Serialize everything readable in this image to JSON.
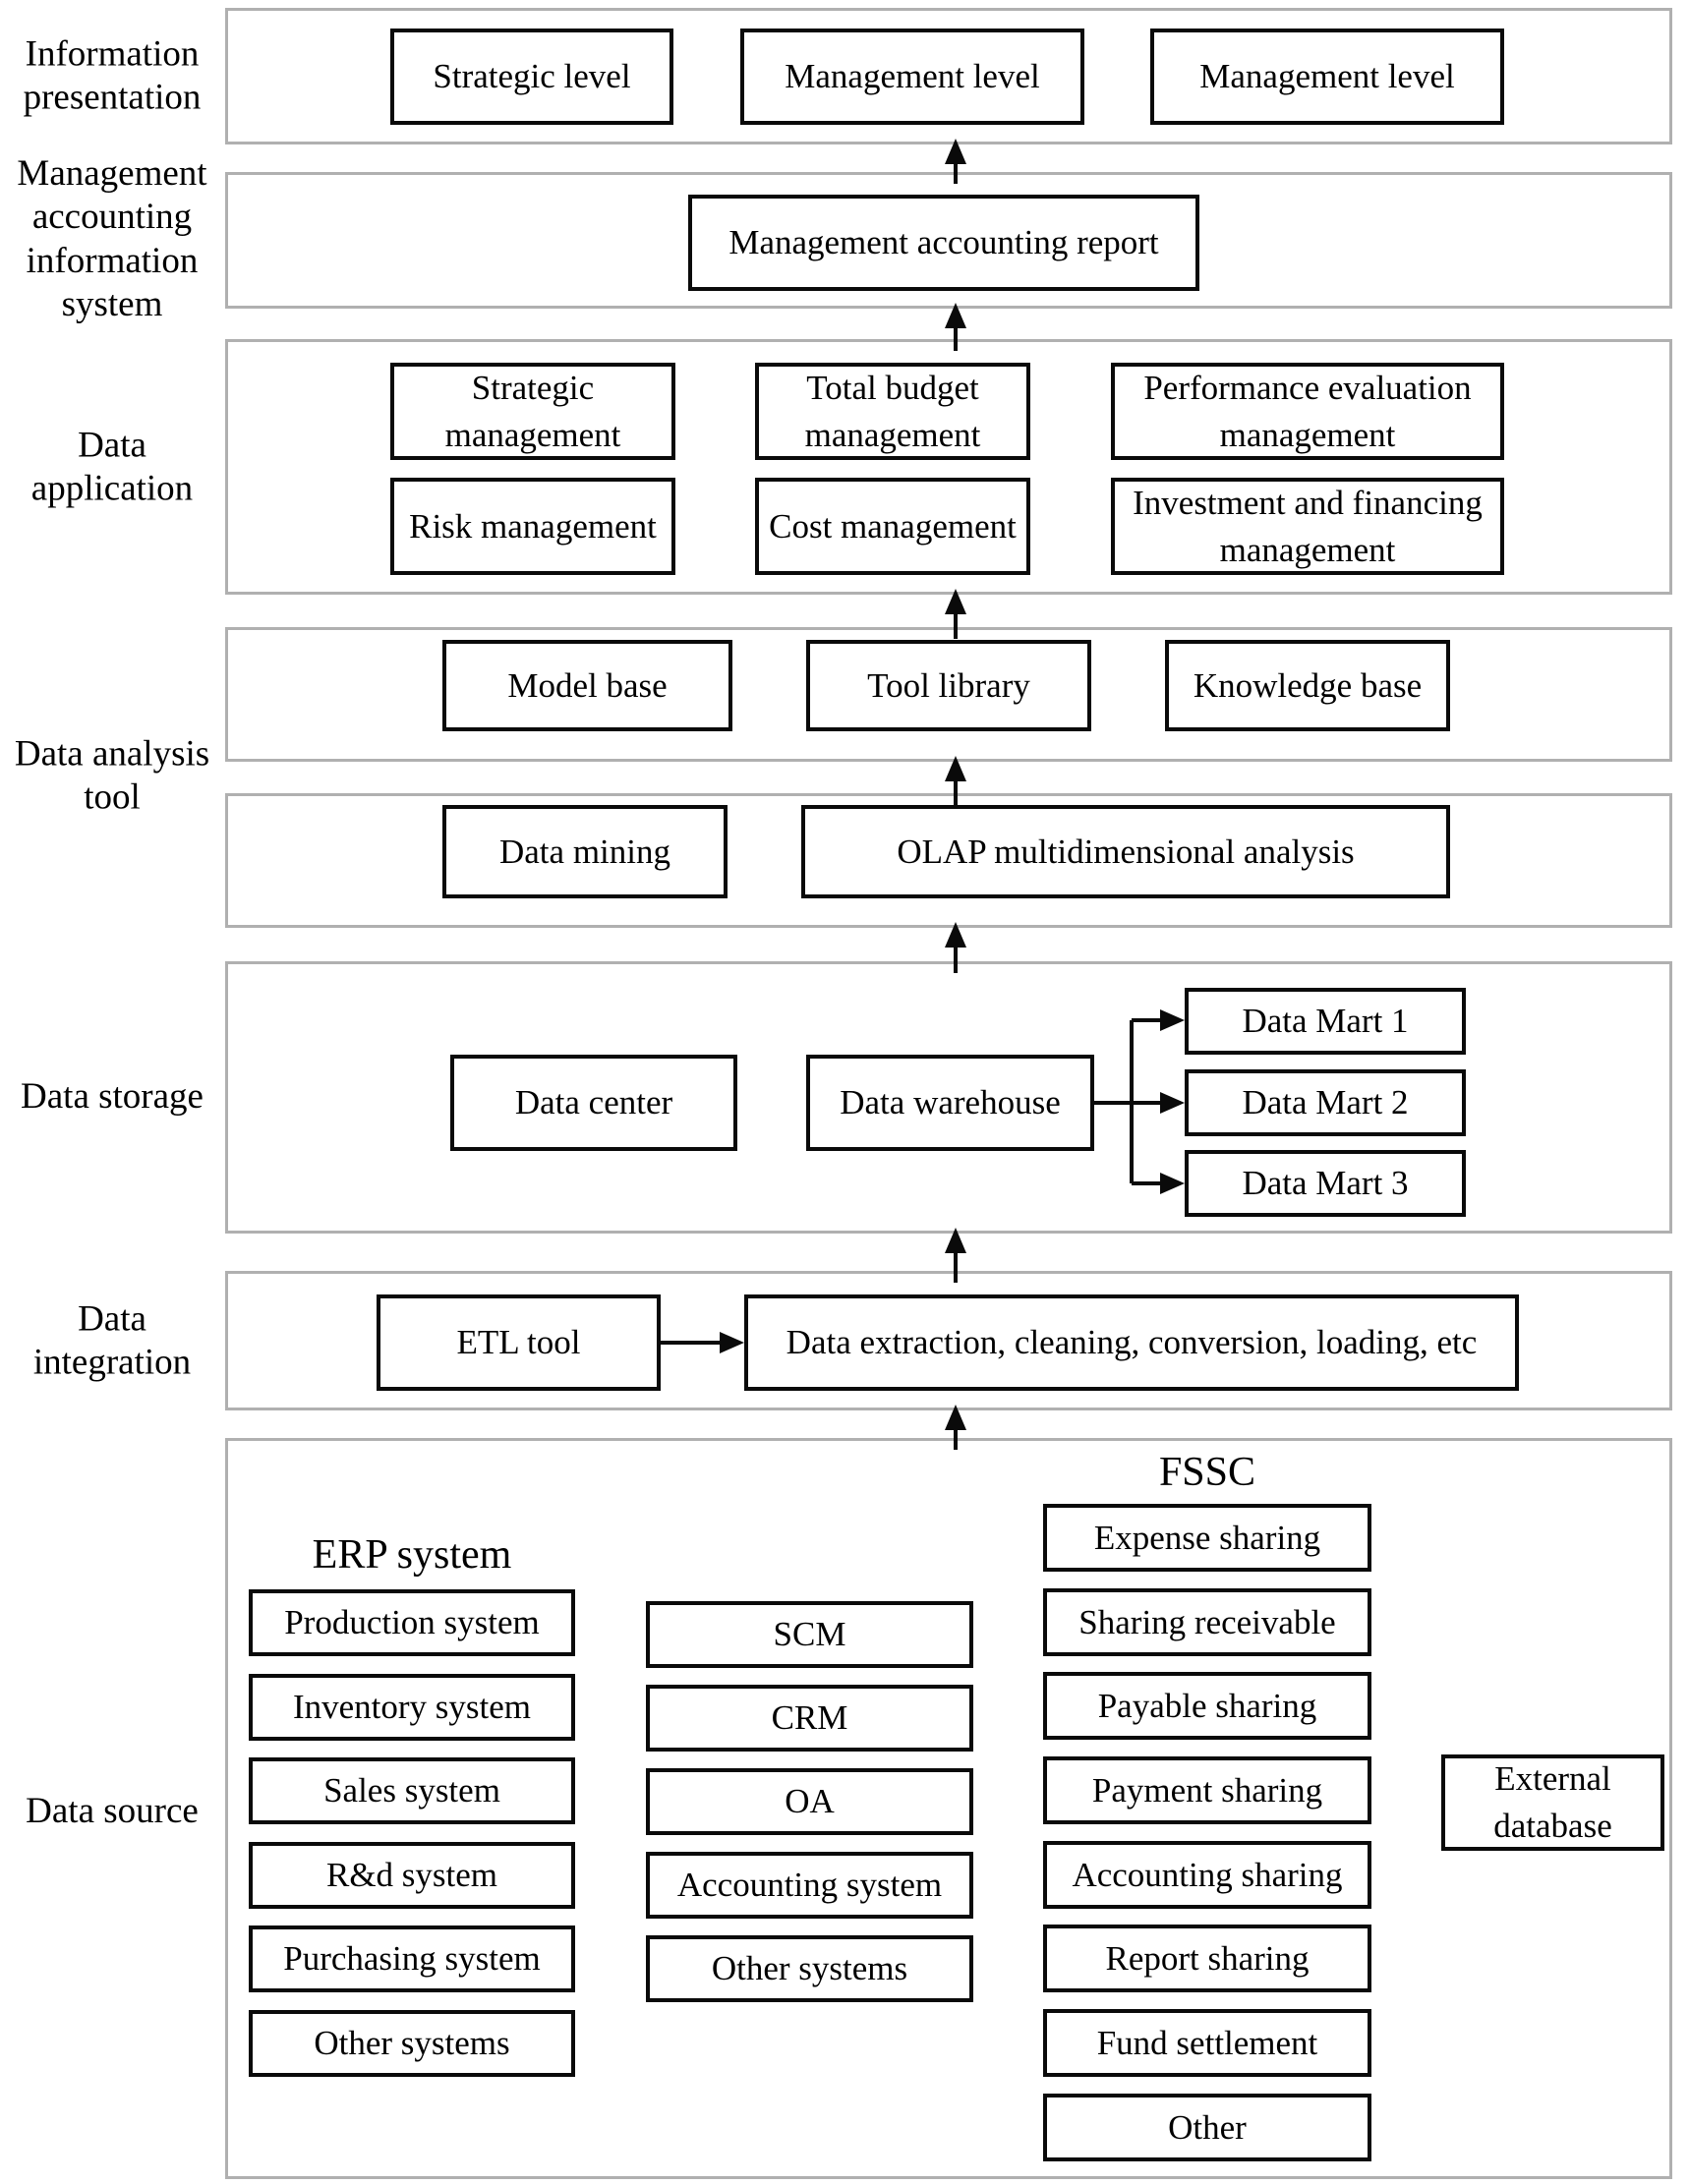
{
  "left_labels": {
    "information_presentation": "Information presentation",
    "management_accounting_information_system": "Management accounting information system",
    "data_application": "Data application",
    "data_analysis_tool": "Data analysis tool",
    "data_storage": "Data storage",
    "data_integration": "Data integration",
    "data_source": "Data source"
  },
  "information_presentation": {
    "strategic_level": "Strategic level",
    "management_level_1": "Management level",
    "management_level_2": "Management level"
  },
  "management_accounting": {
    "report": "Management accounting report"
  },
  "data_application": {
    "strategic_management": "Strategic management",
    "total_budget_management": "Total budget management",
    "performance_evaluation_management": "Performance evaluation management",
    "risk_management": "Risk management",
    "cost_management": "Cost management",
    "investment_financing_management": "Investment and financing management"
  },
  "data_analysis": {
    "model_base": "Model base",
    "tool_library": "Tool library",
    "knowledge_base": "Knowledge base",
    "data_mining": "Data mining",
    "olap": "OLAP multidimensional analysis"
  },
  "data_storage": {
    "data_center": "Data center",
    "data_warehouse": "Data warehouse",
    "data_marts": [
      "Data Mart 1",
      "Data Mart 2",
      "Data Mart 3"
    ]
  },
  "data_integration": {
    "etl_tool": "ETL tool",
    "process": "Data extraction, cleaning, conversion, loading, etc"
  },
  "data_source": {
    "erp_label": "ERP system",
    "fssc_label": "FSSC",
    "erp_items": [
      "Production system",
      "Inventory system",
      "Sales system",
      "R&d system",
      "Purchasing system",
      "Other systems"
    ],
    "middle_items": [
      "SCM",
      "CRM",
      "OA",
      "Accounting system",
      "Other systems"
    ],
    "fssc_items": [
      "Expense sharing",
      "Sharing receivable",
      "Payable sharing",
      "Payment sharing",
      "Accounting sharing",
      "Report sharing",
      "Fund settlement",
      "Other"
    ],
    "external_database": "External database"
  },
  "colors": {
    "background": "#ffffff",
    "band_border": "#b0b0b0",
    "box_border": "#0a0a0a",
    "text": "#000000"
  }
}
